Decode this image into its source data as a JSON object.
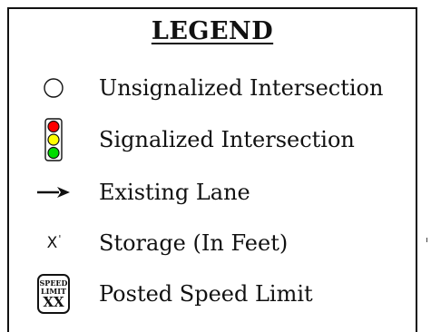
{
  "legend": {
    "title": "LEGEND",
    "items": [
      {
        "icon": "circle-icon",
        "label": "Unsignalized Intersection"
      },
      {
        "icon": "traffic-signal-icon",
        "label": "Signalized Intersection",
        "colors": [
          "#ff0000",
          "#ffff00",
          "#00dd00"
        ]
      },
      {
        "icon": "arrow-right-icon",
        "label": "Existing Lane"
      },
      {
        "icon": "storage-text-icon",
        "label": "Storage (In Feet)",
        "symbol": "X",
        "symbol_mark": "'"
      },
      {
        "icon": "speed-limit-sign-icon",
        "label": "Posted Speed Limit",
        "sign_line1": "SPEED",
        "sign_line2": "LIMIT",
        "sign_value": "XX"
      }
    ]
  }
}
